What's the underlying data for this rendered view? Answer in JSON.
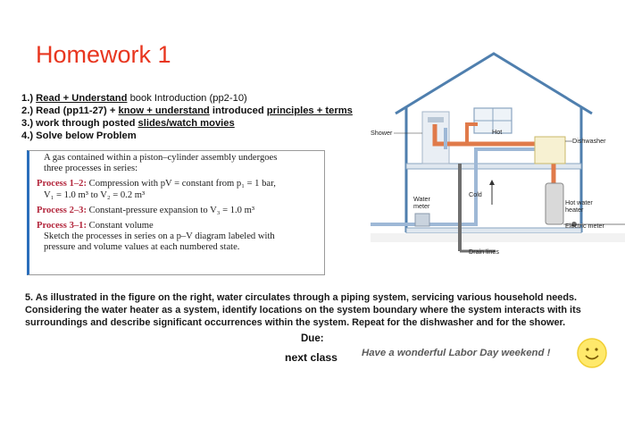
{
  "title": "Homework 1",
  "tasks": {
    "t1": {
      "num": "1.)",
      "link": "Read + Understand",
      "rest": "book Introduction (pp2-10)"
    },
    "t2": {
      "num": "2.) Read (pp11-27) +",
      "link1": "know + understand",
      "mid": "introduced",
      "link2": "principles + terms"
    },
    "t3": {
      "num": "3.) work through posted",
      "link": "slides/watch movies"
    },
    "t4": {
      "text": "4.) Solve below Problem"
    }
  },
  "problem": {
    "line1": "A gas contained within a piston–cylinder assembly undergoes",
    "line2": "three processes in series:",
    "p12_label": "Process 1–2:",
    "p12_text": "Compression with pV = constant from p₁ = 1 bar,",
    "p12_line2": "V₁ = 1.0 m³ to V₂ = 0.2 m³",
    "p23_label": "Process 2–3:",
    "p23_text": "Constant-pressure expansion to V₃ = 1.0 m³",
    "p31_label": "Process 3–1:",
    "p31_text": "Constant volume",
    "sketch1": "Sketch the processes in series on a p–V diagram labeled with",
    "sketch2": "pressure and volume values at each numbered state."
  },
  "question": "5. As illustrated in the figure on the right, water circulates through a piping system, servicing various household needs. Considering the water heater as a system, identify locations on the system boundary where the system interacts with its surroundings and describe significant occurrences within the system. Repeat for the dishwasher and for the shower.",
  "due": {
    "label": "Due:",
    "value": "next class"
  },
  "wish": "Have a wonderful Labor Day weekend !",
  "figure": {
    "hot": "Hot",
    "shower": "Shower",
    "dishwasher": "Dishwasher",
    "cold": "Cold",
    "water_meter_1": "Water",
    "water_meter_2": "meter",
    "hot_water_heater_1": "Hot water",
    "hot_water_heater_2": "heater",
    "electric_meter": "Electric meter",
    "drain_lines": "Drain lines"
  },
  "colors": {
    "title": "#e8361f",
    "hot_pipe": "#e07a4a",
    "cold_pipe": "#9eb8d6",
    "accent": "#2a6ebb"
  }
}
